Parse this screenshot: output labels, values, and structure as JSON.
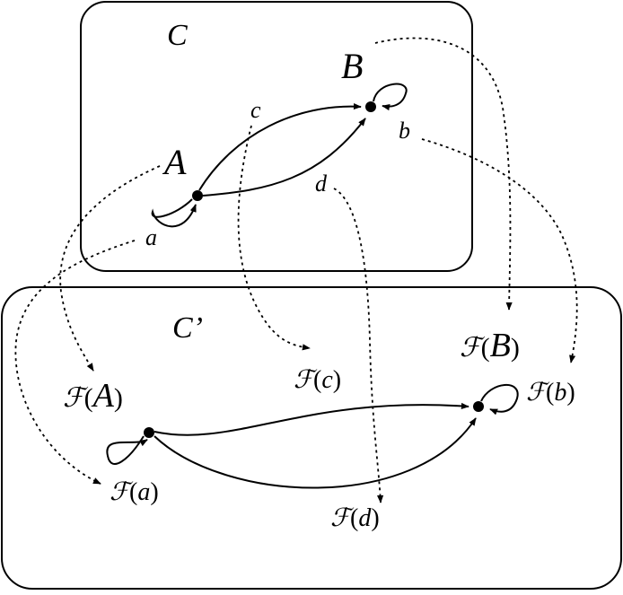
{
  "categories": {
    "source": {
      "label": "C"
    },
    "target": {
      "label": "C’"
    }
  },
  "objects": {
    "A": {
      "label": "A"
    },
    "B": {
      "label": "B"
    }
  },
  "morphisms": {
    "a": {
      "label": "a"
    },
    "b": {
      "label": "b"
    },
    "c": {
      "label": "c"
    },
    "d": {
      "label": "d"
    }
  },
  "functor_symbol": "ℱ",
  "images": {
    "FA": {
      "arg": "A"
    },
    "FB": {
      "arg": "B"
    },
    "Fa": {
      "arg": "a"
    },
    "Fb": {
      "arg": "b"
    },
    "Fc": {
      "arg": "c"
    },
    "Fd": {
      "arg": "d"
    }
  }
}
